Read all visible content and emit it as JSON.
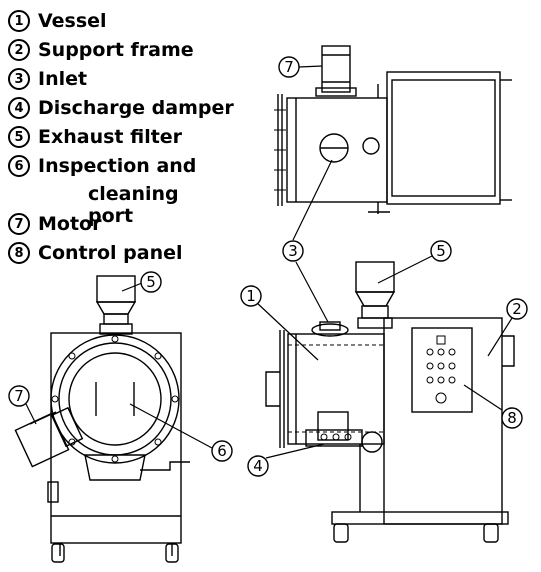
{
  "legend": [
    {
      "num": "1",
      "text": "Vessel"
    },
    {
      "num": "2",
      "text": "Support frame"
    },
    {
      "num": "3",
      "text": "Inlet"
    },
    {
      "num": "4",
      "text": "Discharge damper"
    },
    {
      "num": "5",
      "text": "Exhaust filter"
    },
    {
      "num": "6",
      "text": "Inspection and"
    },
    {
      "num": "7",
      "text": "Motor"
    },
    {
      "num": "8",
      "text": "Control panel"
    }
  ],
  "legend_cont": "cleaning port",
  "callouts": {
    "top_motor": "7",
    "top_inlet": "3",
    "top_filter": "5",
    "side_vessel": "1",
    "side_frame": "2",
    "side_panel": "8",
    "side_damper": "4",
    "front_filter": "5",
    "front_motor": "7",
    "front_port": "6"
  }
}
